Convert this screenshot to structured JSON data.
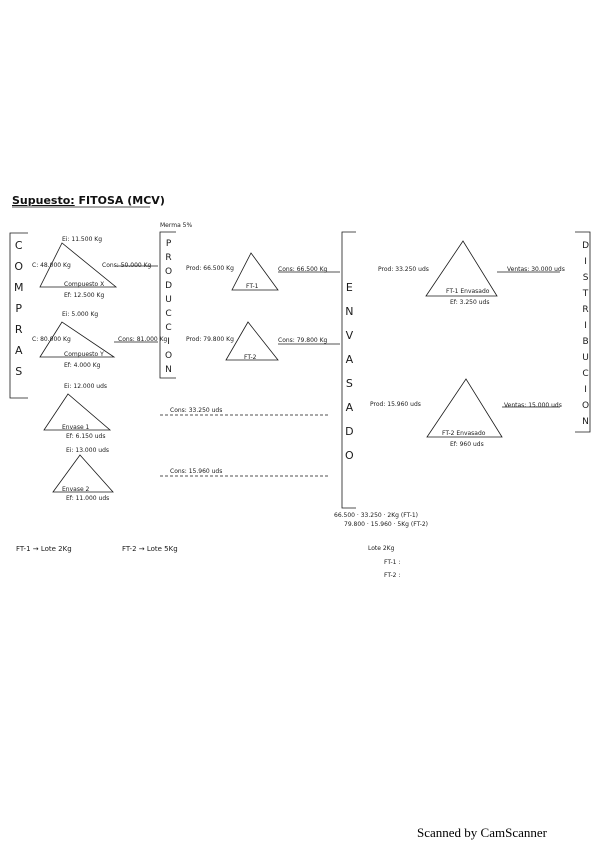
{
  "title": {
    "lead": "Supuesto:",
    "name": "FITOSA (MCV)"
  },
  "sections": {
    "compras": [
      "C",
      "O",
      "M",
      "P",
      "R",
      "A",
      "S"
    ],
    "produccion": [
      "P",
      "R",
      "O",
      "D",
      "U",
      "C",
      "C",
      "I",
      "O",
      "N"
    ],
    "enviado": [
      "E",
      "N",
      "V",
      "A",
      "S",
      "A",
      "D",
      "O"
    ],
    "distribucion": [
      "D",
      "I",
      "S",
      "T",
      "R",
      "I",
      "B",
      "U",
      "C",
      "I",
      "O",
      "N"
    ]
  },
  "labels": {
    "merma": "Merma 5%",
    "c1_ei": "Ei: 11.500 Kg",
    "c1_c": "C: 48.000 Kg",
    "c1_cons": "Cons: 50.000 Kg",
    "c1_name": "Compuesto X",
    "c1_ef": "Ef: 12.500 Kg",
    "c2_ei": "Ei: 5.000 Kg",
    "c2_c": "C: 80.000 Kg",
    "c2_cons": "Cons: 81.000 Kg",
    "c2_name": "Compuesto Y",
    "c2_ef": "Ef: 4.000 Kg",
    "c3_ei": "Ei: 12.000 uds",
    "c3_name": "Envase 1",
    "c3_ef": "Ef: 6.150 uds",
    "c4_ei": "Ei: 13.000 uds",
    "c4_name": "Envase 2",
    "c4_ef": "Ef: 11.000 uds",
    "p1_prod": "Prod: 66.500 Kg",
    "p1_cons": "Cons: 66.500 Kg",
    "p1_name": "FT-1",
    "p2_prod": "Prod: 79.800 Kg",
    "p2_cons": "Cons: 79.800 Kg",
    "p2_name": "FT-2",
    "p3_cons": "Cons: 33.250 uds",
    "p4_cons": "Cons: 15.960 uds",
    "e1_prod": "Prod: 33.250 uds",
    "e1_name": "FT-1 Envasado",
    "e1_ef": "Ef: 3.250 uds",
    "e1_ventas": "Ventas: 30.000 uds",
    "e2_prod": "Prod: 15.960 uds",
    "e2_name": "FT-2 Envasado",
    "e2_ef": "Ef: 960 uds",
    "e2_ventas": "Ventas: 15.000 uds",
    "nota1": "66.500 · 33.250 · 2Kg (FT-1)",
    "nota2": "79.800 · 15.960 · 5Kg (FT-2)",
    "nota3": "Lote 2Kg",
    "nota4": "FT-1 :",
    "nota5": "FT-2 :",
    "lote1": "FT-1 → Lote 2Kg",
    "lote2": "FT-2 → Lote 5Kg"
  },
  "footer": "Scanned by CamScanner"
}
